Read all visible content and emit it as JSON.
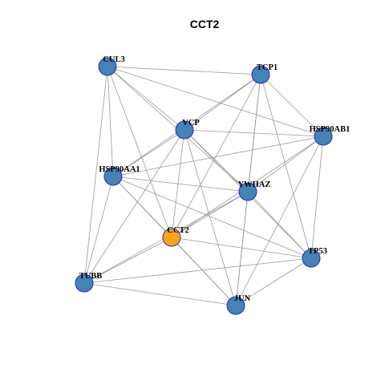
{
  "title": "CCT2",
  "colors": {
    "node_default": "#4682b4",
    "node_highlight": "#ffa31a",
    "node_stroke": "#1f2fb8",
    "edge": "#9a9a9a"
  },
  "nodes": [
    {
      "id": "CUL3",
      "label": "CUL3",
      "highlight": false
    },
    {
      "id": "TCP1",
      "label": "TCP1",
      "highlight": false
    },
    {
      "id": "VCP",
      "label": "VCP",
      "highlight": false
    },
    {
      "id": "HSP90AB1",
      "label": "HSP90AB1",
      "highlight": false
    },
    {
      "id": "HSP90AA1",
      "label": "HSP90AA1",
      "highlight": false
    },
    {
      "id": "YWHAZ",
      "label": "YWHAZ",
      "highlight": false
    },
    {
      "id": "CCT2",
      "label": "CCT2",
      "highlight": true
    },
    {
      "id": "TP53",
      "label": "TP53",
      "highlight": false
    },
    {
      "id": "TUBB",
      "label": "TUBB",
      "highlight": false
    },
    {
      "id": "JUN",
      "label": "JUN",
      "highlight": false
    }
  ],
  "edges": [
    [
      "CUL3",
      "TCP1"
    ],
    [
      "CUL3",
      "VCP"
    ],
    [
      "CUL3",
      "HSP90AB1"
    ],
    [
      "CUL3",
      "HSP90AA1"
    ],
    [
      "CUL3",
      "YWHAZ"
    ],
    [
      "CUL3",
      "CCT2"
    ],
    [
      "CUL3",
      "TUBB"
    ],
    [
      "TCP1",
      "VCP"
    ],
    [
      "TCP1",
      "HSP90AB1"
    ],
    [
      "TCP1",
      "HSP90AA1"
    ],
    [
      "TCP1",
      "YWHAZ"
    ],
    [
      "TCP1",
      "CCT2"
    ],
    [
      "TCP1",
      "TP53"
    ],
    [
      "TCP1",
      "JUN"
    ],
    [
      "VCP",
      "HSP90AB1"
    ],
    [
      "VCP",
      "HSP90AA1"
    ],
    [
      "VCP",
      "YWHAZ"
    ],
    [
      "VCP",
      "CCT2"
    ],
    [
      "VCP",
      "TP53"
    ],
    [
      "VCP",
      "TUBB"
    ],
    [
      "VCP",
      "JUN"
    ],
    [
      "HSP90AB1",
      "HSP90AA1"
    ],
    [
      "HSP90AB1",
      "YWHAZ"
    ],
    [
      "HSP90AB1",
      "CCT2"
    ],
    [
      "HSP90AB1",
      "TP53"
    ],
    [
      "HSP90AB1",
      "JUN"
    ],
    [
      "HSP90AA1",
      "YWHAZ"
    ],
    [
      "HSP90AA1",
      "CCT2"
    ],
    [
      "HSP90AA1",
      "TP53"
    ],
    [
      "HSP90AA1",
      "TUBB"
    ],
    [
      "HSP90AA1",
      "JUN"
    ],
    [
      "YWHAZ",
      "CCT2"
    ],
    [
      "YWHAZ",
      "TP53"
    ],
    [
      "YWHAZ",
      "TUBB"
    ],
    [
      "YWHAZ",
      "JUN"
    ],
    [
      "CCT2",
      "TP53"
    ],
    [
      "CCT2",
      "TUBB"
    ],
    [
      "CCT2",
      "JUN"
    ],
    [
      "TP53",
      "TUBB"
    ],
    [
      "TP53",
      "JUN"
    ],
    [
      "TUBB",
      "JUN"
    ]
  ]
}
